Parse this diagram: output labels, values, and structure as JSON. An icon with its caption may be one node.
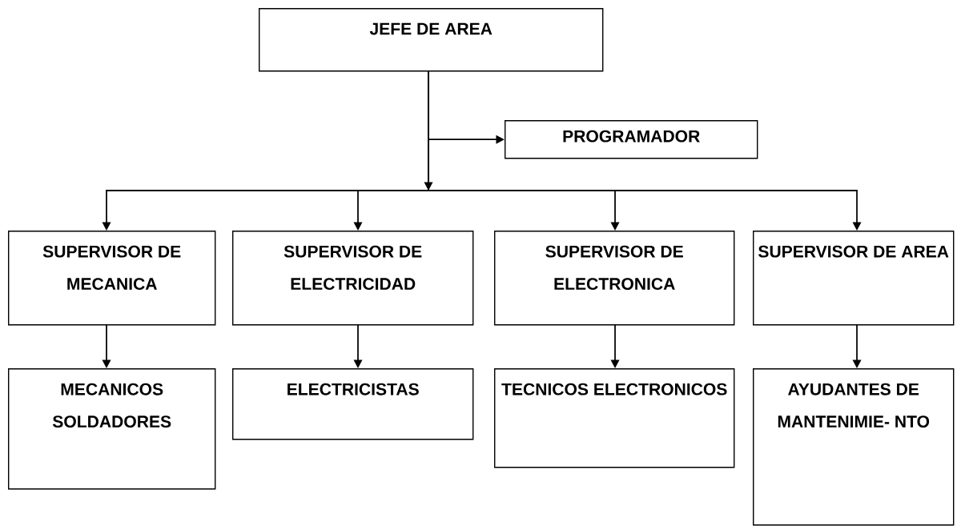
{
  "diagram": {
    "nodes": [
      {
        "text": [
          "JEFE DE AREA"
        ]
      },
      {
        "text": [
          "PROGRAMADOR"
        ]
      },
      {
        "text": [
          "SUPERVISOR DE MECANICA"
        ]
      },
      {
        "text": [
          "SUPERVISOR DE ELECTRICIDAD"
        ]
      },
      {
        "text": [
          "SUPERVISOR DE ELECTRONICA"
        ]
      },
      {
        "text": [
          "SUPERVISOR DE AREA"
        ]
      },
      {
        "text": [
          "MECANICOS SOLDADORES"
        ]
      },
      {
        "text": [
          "ELECTRICISTAS"
        ]
      },
      {
        "text": [
          "TECNICOS ELECTRONICOS"
        ]
      },
      {
        "text": [
          "AYUDANTES DE MANTENIMIE- NTO"
        ]
      }
    ],
    "edges": [
      {
        "from": 0,
        "to": 1,
        "arrow": "to"
      },
      {
        "from": 0,
        "to": 2,
        "arrow": "to"
      },
      {
        "from": 0,
        "to": 3,
        "arrow": "to"
      },
      {
        "from": 0,
        "to": 4,
        "arrow": "to"
      },
      {
        "from": 0,
        "to": 5,
        "arrow": "to"
      },
      {
        "from": 2,
        "to": 6,
        "arrow": "to"
      },
      {
        "from": 3,
        "to": 7,
        "arrow": "to"
      },
      {
        "from": 4,
        "to": 8,
        "arrow": "to"
      },
      {
        "from": 5,
        "to": 9,
        "arrow": "to"
      }
    ]
  }
}
